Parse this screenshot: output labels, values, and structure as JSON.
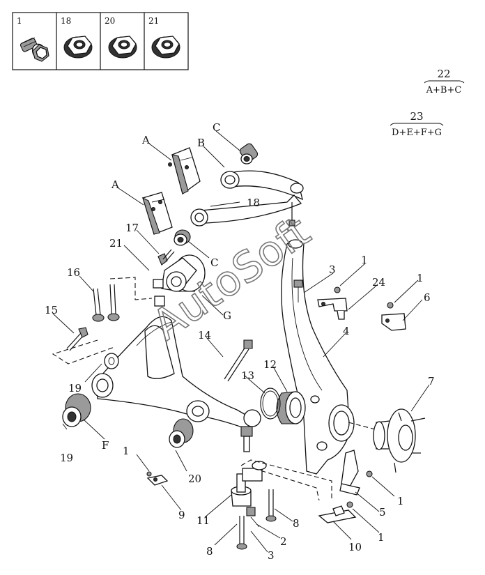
{
  "legend_boxes": [
    {
      "number": "1",
      "icon": "hex-flange-bolt-icon"
    },
    {
      "number": "18",
      "icon": "flange-nut-icon"
    },
    {
      "number": "20",
      "icon": "flange-nut-icon"
    },
    {
      "number": "21",
      "icon": "flange-nut-icon"
    }
  ],
  "kits": [
    {
      "number": "22",
      "composition": "A+B+C"
    },
    {
      "number": "23",
      "composition": "D+E+F+G"
    }
  ],
  "watermark": "AutoSoft",
  "callouts": {
    "c1a": "1",
    "c1b": "1",
    "c1c": "1",
    "c1d": "1",
    "c1e": "1",
    "c2": "2",
    "c3a": "3",
    "c3b": "3",
    "c4": "4",
    "c5": "5",
    "c6": "6",
    "c7": "7",
    "c8a": "8",
    "c8b": "8",
    "c9": "9",
    "c10": "10",
    "c11": "11",
    "c12": "12",
    "c13": "13",
    "c14": "14",
    "c15": "15",
    "c16": "16",
    "c17": "17",
    "c18": "18",
    "c19a": "19",
    "c19b": "19",
    "c20": "20",
    "c21": "21",
    "c24": "24",
    "cA1": "A",
    "cA2": "A",
    "cB": "B",
    "cC1": "C",
    "cC2": "C",
    "cF": "F",
    "cG": "G"
  }
}
